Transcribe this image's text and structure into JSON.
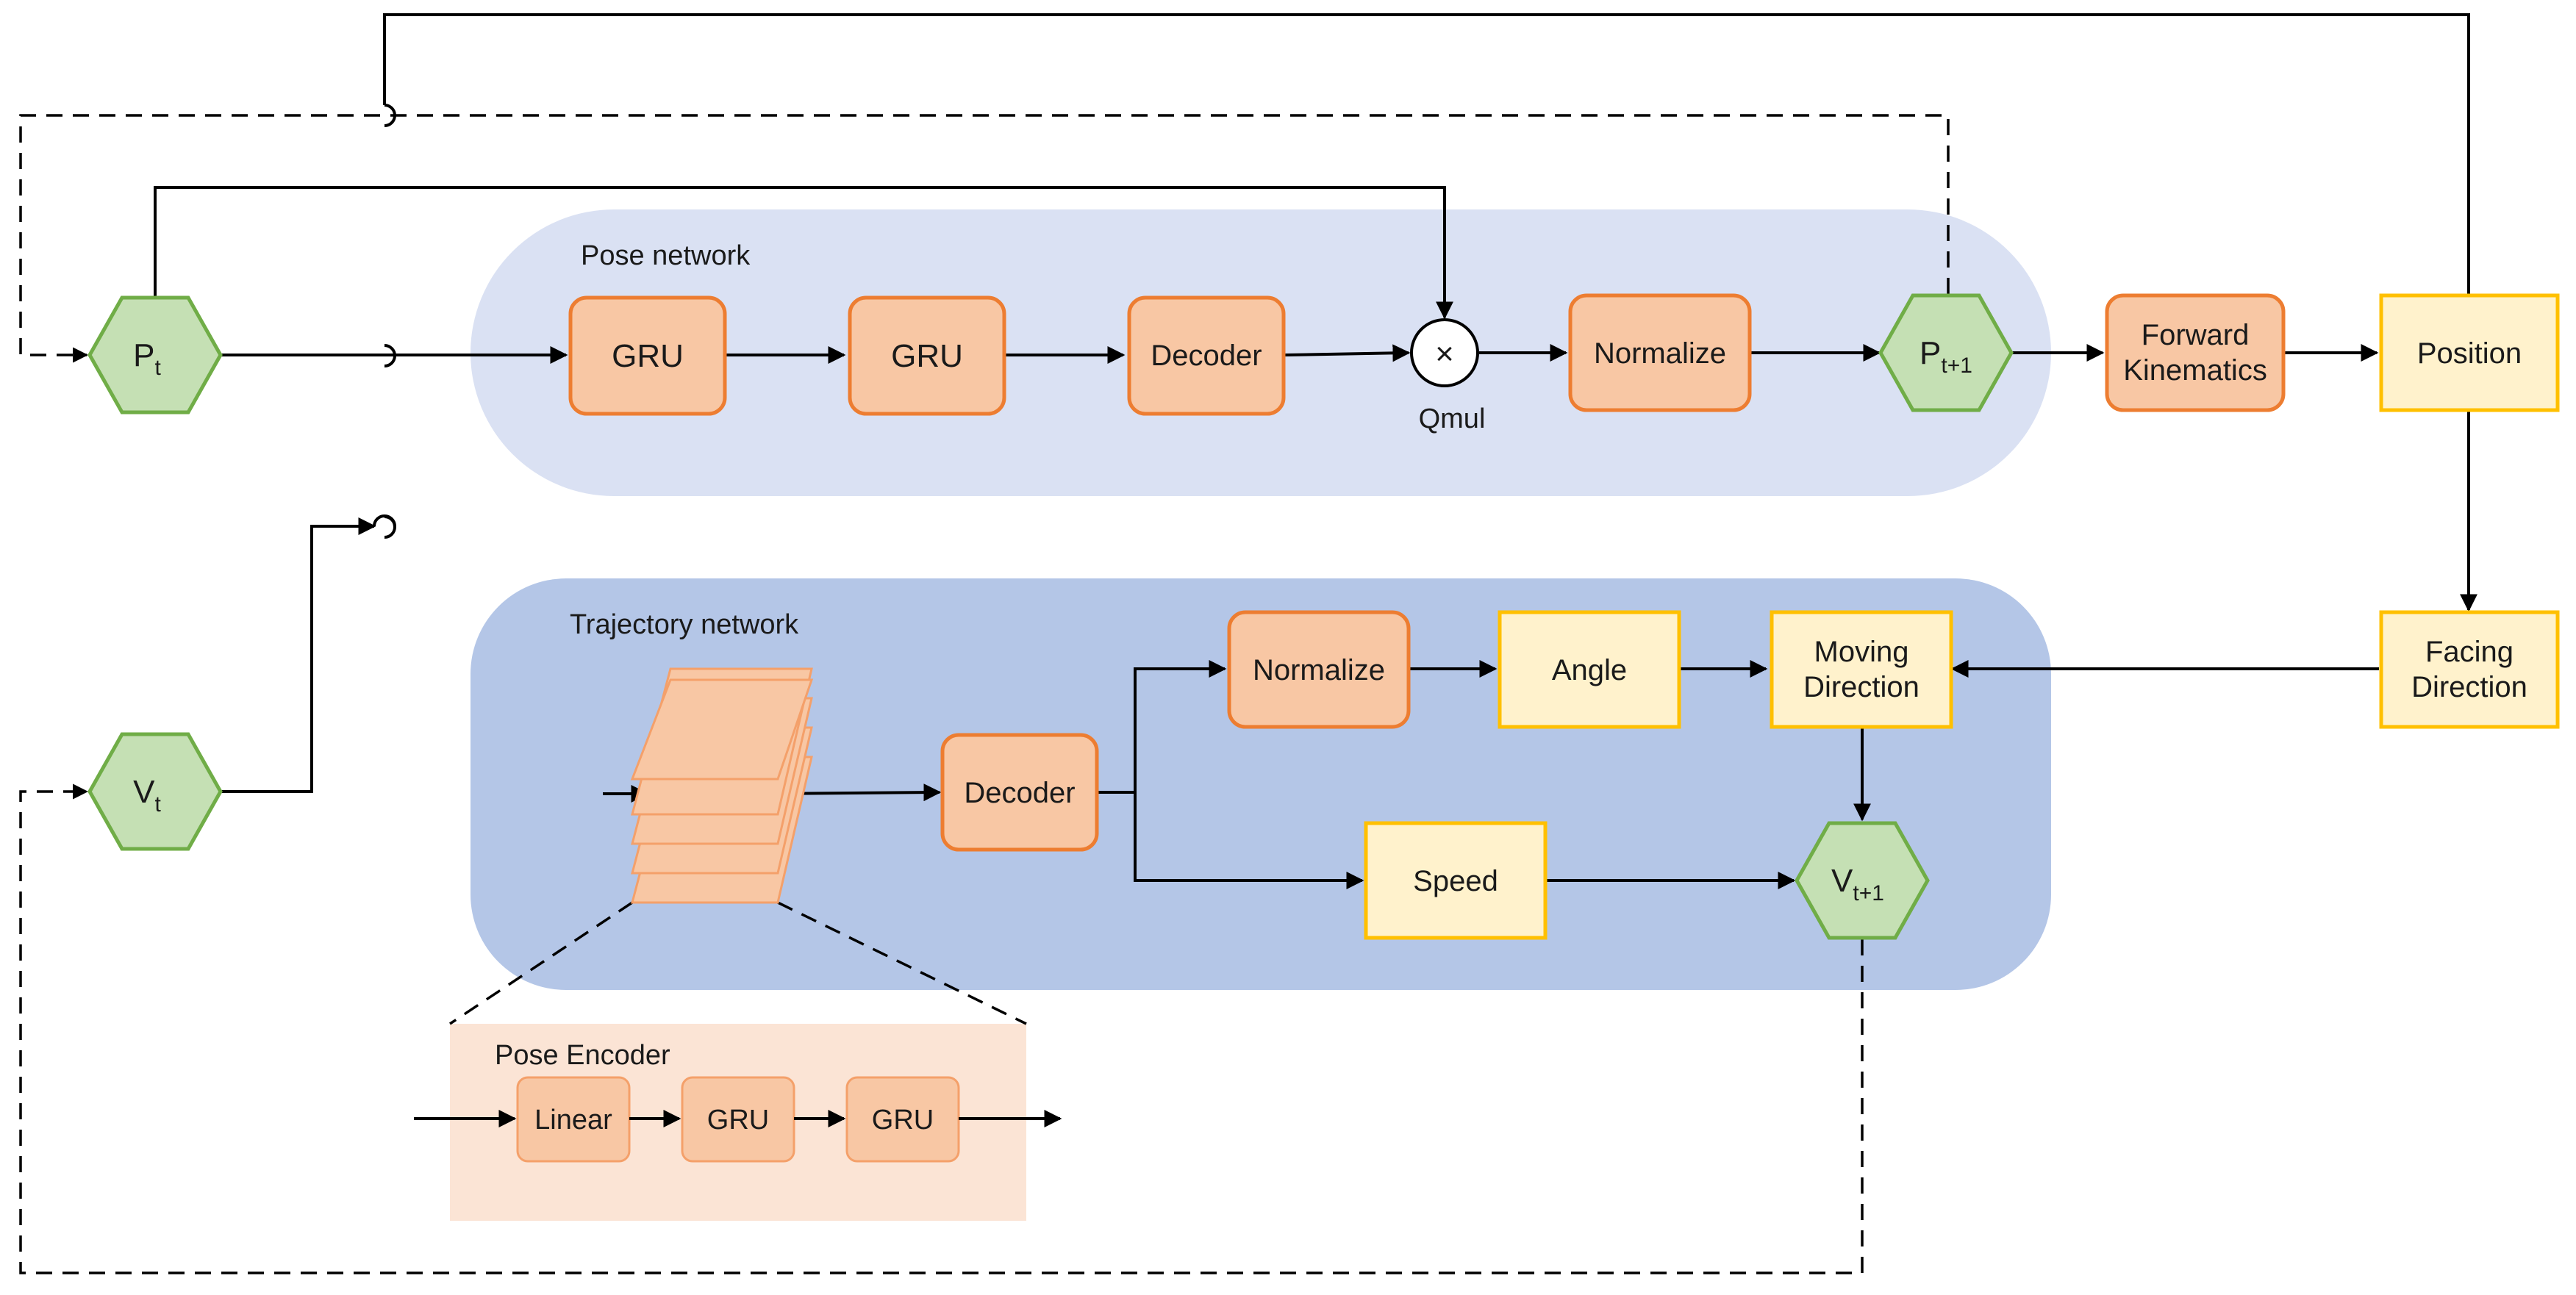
{
  "groups": {
    "pose_network": "Pose network",
    "trajectory_network": "Trajectory network",
    "pose_encoder": "Pose Encoder"
  },
  "nodes": {
    "pt": {
      "main": "P",
      "sub": "t"
    },
    "vt": {
      "main": "V",
      "sub": "t"
    },
    "pt1": {
      "main": "P",
      "sub": "t+1"
    },
    "vt1": {
      "main": "V",
      "sub": "t+1"
    },
    "gru1": "GRU",
    "gru2": "GRU",
    "pose_decoder": "Decoder",
    "qmul_symbol": "×",
    "qmul_label": "Qmul",
    "pose_normalize": "Normalize",
    "forward_kinematics": [
      "Forward",
      "Kinematics"
    ],
    "position": "Position",
    "facing_direction": [
      "Facing",
      "Direction"
    ],
    "traj_decoder": "Decoder",
    "traj_normalize": "Normalize",
    "angle": "Angle",
    "moving_direction": [
      "Moving",
      "Direction"
    ],
    "speed": "Speed"
  },
  "encoder": {
    "linear": "Linear",
    "gru1": "GRU",
    "gru2": "GRU"
  },
  "colors": {
    "pose_network_bg": "#dae1f3",
    "trajectory_network_bg": "#b4c6e7",
    "pose_encoder_bg": "#fbe4d5",
    "orange_fill": "#f8c7a4",
    "orange_stroke": "#ed7d31",
    "yellow_fill": "#fff2cc",
    "yellow_stroke": "#ffc000",
    "green_fill": "#c5e0b4",
    "green_stroke": "#70ad47"
  }
}
